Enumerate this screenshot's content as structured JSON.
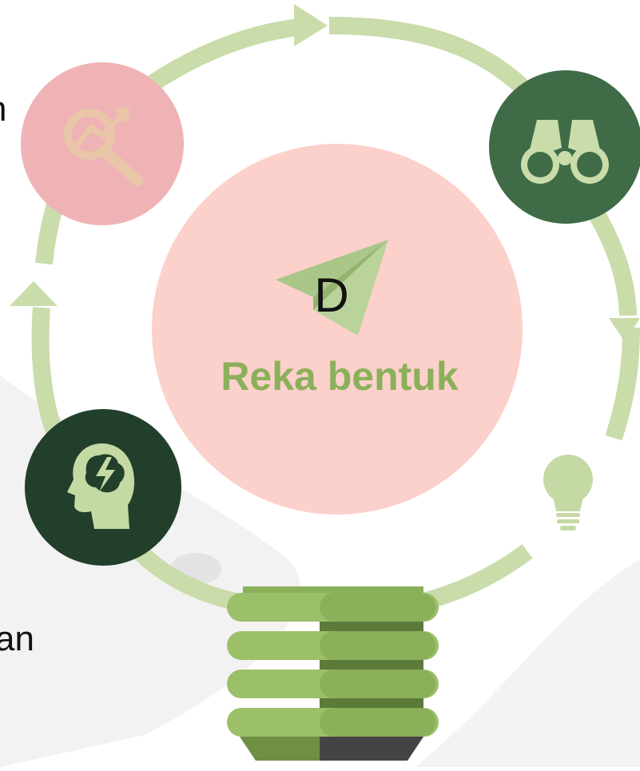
{
  "center": {
    "letter": "D",
    "title": "Reka bentuk"
  },
  "edge_text": {
    "top_fragment": "n",
    "bottom_fragment": "an"
  },
  "stages": [
    {
      "icon": "analytics-magnifier-icon",
      "color": "#f0b3b5"
    },
    {
      "icon": "binoculars-icon",
      "color": "#3f6b47"
    },
    {
      "icon": "lightbulb-icon",
      "color": "#c5d9a5"
    },
    {
      "icon": "head-idea-icon",
      "color": "#223f2b"
    }
  ],
  "colors": {
    "cycle_arrow": "#c9dcaa",
    "center_circle": "#fcd0cb",
    "title_green": "#8bb05a",
    "bulb_base_green": "#8bb05a",
    "bulb_base_dark": "#5c7a3a"
  }
}
